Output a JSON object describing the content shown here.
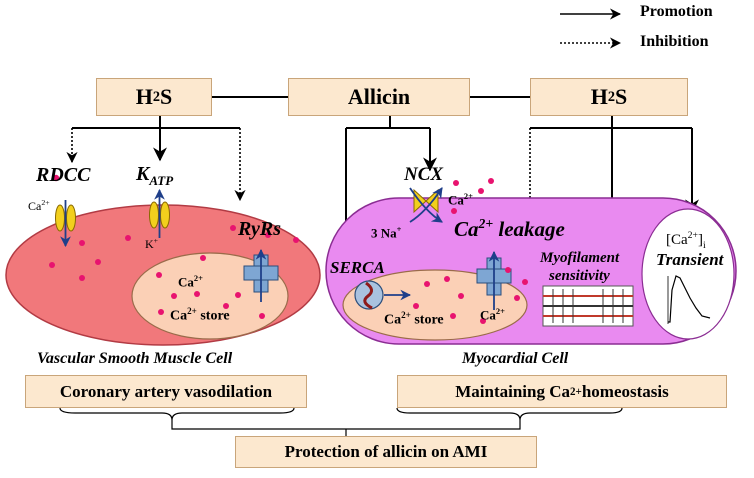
{
  "legend": {
    "promotion": "Promotion",
    "inhibition": "Inhibition"
  },
  "nodes": {
    "h2s_left": {
      "main": "H",
      "sub": "2",
      "tail": "S"
    },
    "allicin": "Allicin",
    "h2s_right": {
      "main": "H",
      "sub": "2",
      "tail": "S"
    }
  },
  "vsmc": {
    "rdcc": "RDCC",
    "katp": {
      "main": "K",
      "sub": "ATP"
    },
    "ryrs": "RyRs",
    "ca_in": {
      "main": "Ca",
      "sup": "2+"
    },
    "k_out": {
      "main": "K",
      "sup": "+"
    },
    "store_ca": {
      "main": "Ca",
      "sup": "2+"
    },
    "store_label": {
      "main": "Ca",
      "sup": "2+",
      "tail": " store"
    },
    "cell_name": "Vascular Smooth Muscle Cell"
  },
  "myo": {
    "ncx": "NCX",
    "ncx_ca": {
      "main": "Ca",
      "sup": "2+"
    },
    "na": {
      "main": "3 Na",
      "sup": "+"
    },
    "leakage": {
      "main": "Ca",
      "sup": "2+",
      "tail": " leakage"
    },
    "serca": "SERCA",
    "store_label": {
      "main": "Ca",
      "sup": "2+",
      "tail": " store"
    },
    "store_ca": {
      "main": "Ca",
      "sup": "2+"
    },
    "myofilament": "Myofilament",
    "sensitivity": "sensitivity",
    "transient_ca": {
      "main": "[Ca",
      "sup": "2+",
      "mid": "]",
      "sub": "i"
    },
    "transient": "Transient",
    "cell_name": "Myocardial Cell"
  },
  "outcomes": {
    "left": "Coronary artery vasodilation",
    "right": {
      "main": "Maintaining Ca",
      "sup": "2+",
      "tail": " homeostasis"
    },
    "bottom": "Protection of allicin on AMI"
  },
  "colors": {
    "box_fill": "#fce8cf",
    "box_border": "#c9a57a",
    "vsmc_fill": "#f1787b",
    "myo_fill": "#e98af0",
    "store_fill": "#fbd0b6",
    "dot": "#e8136f",
    "channel": "#f2cf1d",
    "receptor": "#7ea6d3"
  }
}
